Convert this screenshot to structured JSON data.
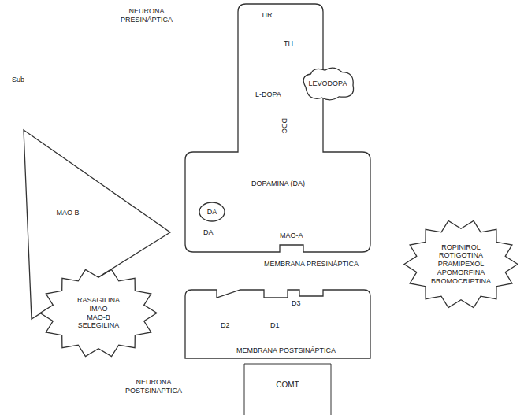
{
  "diagram": {
    "nodes": [
      {
        "text": [
          "NEURONA PRESINÁPTICA"
        ]
      },
      {
        "text": [
          "LEVODOPA"
        ]
      },
      {
        "text": [
          "MAO B"
        ]
      },
      {
        "text": [
          "DA"
        ],
        "in": 0
      },
      {
        "text": [
          "RASAGILINA",
          "IMAO",
          "MAO-B",
          "SELEGILINA"
        ]
      },
      {
        "text": [
          "D2",
          "D1"
        ]
      },
      {
        "text": [
          "ROPINIROL",
          "ROTIGOTINA",
          "PRAMIPEXOL",
          "APOMORFINA",
          "BROMOCRIPTINA"
        ]
      },
      {
        "text": [
          "COMT"
        ]
      }
    ],
    "labels": [
      "Sub",
      "TIR",
      "TH",
      "L-DOPA",
      "DDC",
      "DOPAMINA (DA)",
      "DA",
      "MAO-A",
      "MEMBRANA PRESINÁPTICA",
      "D3",
      "MEMBRANA POSTSINÁPTICA",
      "NEURONA POSTSINÁPTICA"
    ]
  }
}
